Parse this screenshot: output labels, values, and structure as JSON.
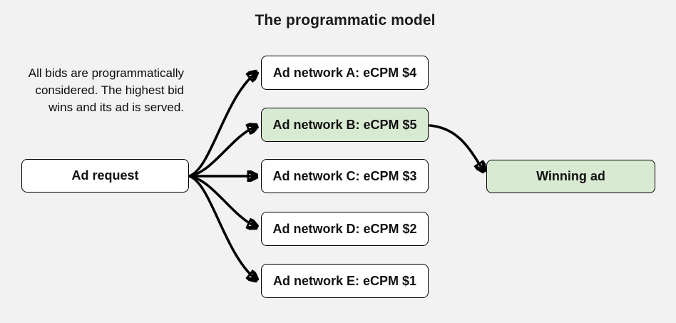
{
  "title": "The programmatic model",
  "description_lines": [
    "All bids are programmatically",
    "considered. The highest bid",
    "wins and its ad is served."
  ],
  "source_box": {
    "label": "Ad request"
  },
  "network_boxes": [
    {
      "label": "Ad network A: eCPM $4",
      "ecpm": 4,
      "highlighted": false
    },
    {
      "label": "Ad network B: eCPM $5",
      "ecpm": 5,
      "highlighted": true
    },
    {
      "label": "Ad network C: eCPM $3",
      "ecpm": 3,
      "highlighted": false
    },
    {
      "label": "Ad network D: eCPM $2",
      "ecpm": 2,
      "highlighted": false
    },
    {
      "label": "Ad network E: eCPM $1",
      "ecpm": 1,
      "highlighted": false
    }
  ],
  "winner_box": {
    "label": "Winning ad"
  },
  "colors": {
    "background": "#f2f2f2",
    "box_fill": "#ffffff",
    "highlight_fill": "#d9ead3",
    "border": "#000000",
    "arrow": "#000000",
    "text": "#111111"
  }
}
